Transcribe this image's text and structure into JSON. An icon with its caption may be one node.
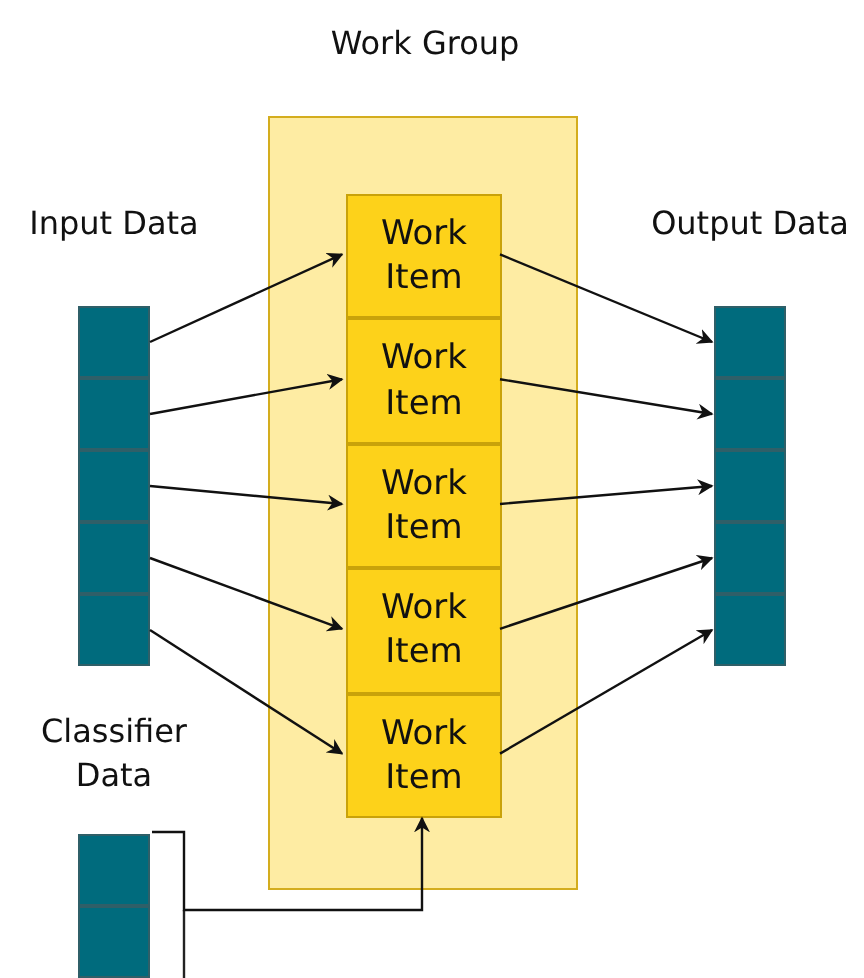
{
  "diagram": {
    "nodes": [
      {
        "text": [
          "Work Group"
        ]
      },
      {
        "text": [
          "Input Data"
        ]
      },
      {
        "text": [],
        "shape": "box",
        "in": 1
      },
      {
        "text": [],
        "shape": "box",
        "in": 1
      },
      {
        "text": [],
        "shape": "box",
        "in": 1
      },
      {
        "text": [],
        "shape": "box",
        "in": 1
      },
      {
        "text": [],
        "shape": "box",
        "in": 1
      },
      {
        "text": [
          "Work Item"
        ],
        "in": 0
      },
      {
        "text": [
          "Work Item"
        ],
        "in": 0
      },
      {
        "text": [
          "Work Item"
        ],
        "in": 0
      },
      {
        "text": [
          "Work Item"
        ],
        "in": 0
      },
      {
        "text": [
          "Work Item"
        ],
        "in": 0
      },
      {
        "text": [
          "Output Data"
        ]
      },
      {
        "text": [],
        "shape": "box",
        "in": 12
      },
      {
        "text": [],
        "shape": "box",
        "in": 12
      },
      {
        "text": [],
        "shape": "box",
        "in": 12
      },
      {
        "text": [],
        "shape": "box",
        "in": 12
      },
      {
        "text": [],
        "shape": "box",
        "in": 12
      },
      {
        "text": [
          "Classifier Data"
        ]
      },
      {
        "text": [],
        "shape": "box",
        "in": 18
      },
      {
        "text": [],
        "shape": "box",
        "in": 18
      }
    ],
    "edges": [
      {
        "from": 2,
        "to": 7,
        "arrow": "to"
      },
      {
        "from": 3,
        "to": 8,
        "arrow": "to"
      },
      {
        "from": 4,
        "to": 9,
        "arrow": "to"
      },
      {
        "from": 5,
        "to": 10,
        "arrow": "to"
      },
      {
        "from": 6,
        "to": 11,
        "arrow": "to"
      },
      {
        "from": 7,
        "to": 13,
        "arrow": "to"
      },
      {
        "from": 8,
        "to": 14,
        "arrow": "to"
      },
      {
        "from": 9,
        "to": 15,
        "arrow": "to"
      },
      {
        "from": 10,
        "to": 16,
        "arrow": "to"
      },
      {
        "from": 11,
        "to": 17,
        "arrow": "to"
      },
      {
        "from": 18,
        "to": 11,
        "arrow": "to"
      }
    ]
  }
}
